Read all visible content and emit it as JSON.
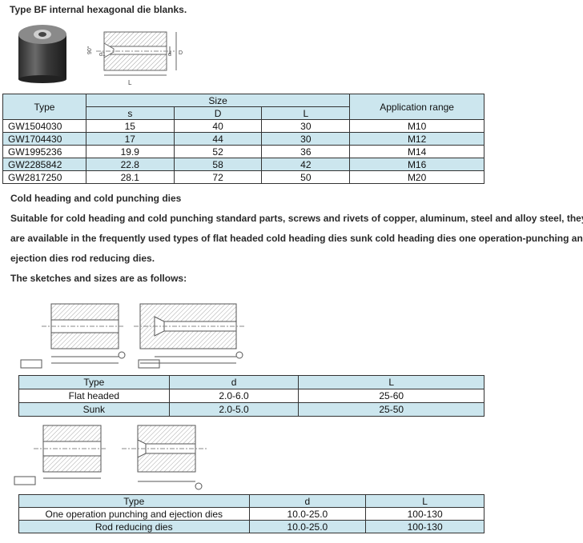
{
  "title": "Type BF internal hexagonal die blanks.",
  "table1": {
    "headers": {
      "type": "Type",
      "size": "Size",
      "app": "Application range",
      "s": "s",
      "D": "D",
      "L": "L"
    },
    "rows": [
      [
        "GW1504030",
        "15",
        "40",
        "30",
        "M10"
      ],
      [
        "GW1704430",
        "17",
        "44",
        "30",
        "M12"
      ],
      [
        "GW1995236",
        "19.9",
        "52",
        "36",
        "M14"
      ],
      [
        "GW2285842",
        "22.8",
        "58",
        "42",
        "M16"
      ],
      [
        "GW2817250",
        "28.1",
        "72",
        "50",
        "M20"
      ]
    ]
  },
  "section_heading": "Cold heading and cold punching dies",
  "paragraph": {
    "line1": "Suitable for cold heading and cold punching standard parts, screws and rivets of copper, aluminum, steel and alloy steel, they",
    "line2": "are available in the frequently used types of flat headed cold heading dies sunk cold heading dies one operation-punching and",
    "line3": "ejection dies rod reducing dies."
  },
  "sketch_intro": "The sketches and sizes are as follows:",
  "drawing1": {
    "angle": "90°",
    "d1": "d1",
    "d": "d",
    "D": "D",
    "L": "L"
  },
  "table2": {
    "headers": {
      "type": "Type",
      "d": "d",
      "L": "L"
    },
    "rows": [
      [
        "Flat headed",
        "2.0-6.0",
        "25-60"
      ],
      [
        "Sunk",
        "2.0-5.0",
        "25-50"
      ]
    ]
  },
  "table3": {
    "headers": {
      "type": "Type",
      "d": "d",
      "L": "L"
    },
    "rows": [
      [
        "One operation punching and ejection dies",
        "10.0-25.0",
        "100-130"
      ],
      [
        "Rod reducing dies",
        "10.0-25.0",
        "100-130"
      ]
    ]
  }
}
